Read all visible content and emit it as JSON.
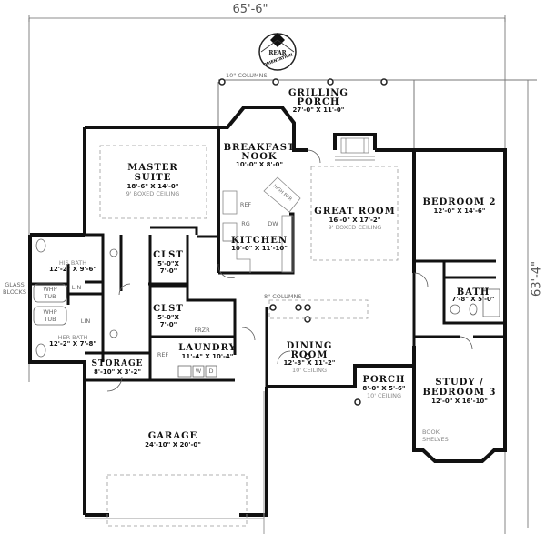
{
  "plan": {
    "overall_width": "65'-6\"",
    "overall_depth": "63'-4\"",
    "orientation": {
      "top": "REAR",
      "bottom": "ORIENTATION"
    }
  },
  "rooms": {
    "grilling_porch": {
      "name": "GRILLING PORCH",
      "line1": "GRILLING",
      "line2": "PORCH",
      "dims": "27'-0\" X 11'-0\"",
      "note": "10\" COLUMNS"
    },
    "master_suite": {
      "line1": "MASTER",
      "line2": "SUITE",
      "dims": "18'-6\" X 14'-0\"",
      "ceiling": "9' BOXED CEILING"
    },
    "breakfast_nook": {
      "line1": "BREAKFAST",
      "line2": "NOOK",
      "dims": "10'-0\" X 8'-0\""
    },
    "kitchen": {
      "name": "KITCHEN",
      "dims": "10'-0\" X 11'-10\"",
      "fixtures": {
        "ref": "REF",
        "rg": "RG",
        "dw": "DW",
        "bar": "HIGH BAR"
      }
    },
    "great_room": {
      "name": "GREAT ROOM",
      "dims": "16'-0\" X 17'-2\"",
      "ceiling": "9' BOXED CEILING"
    },
    "bedroom_2": {
      "name": "BEDROOM 2",
      "dims": "12'-0\" X 14'-6\""
    },
    "bath": {
      "name": "BATH",
      "dims": "7'-8\" X 5'-0\""
    },
    "his_bath": {
      "name": "HIS BATH",
      "dims": "12'-2\" X 9'-6\""
    },
    "her_bath": {
      "name": "HER BATH",
      "dims": "12'-2\" X 7'-8\""
    },
    "whp_tub_1": {
      "line1": "WHP",
      "line2": "TUB"
    },
    "whp_tub_2": {
      "line1": "WHP",
      "line2": "TUB"
    },
    "lin_1": {
      "name": "LIN"
    },
    "lin_2": {
      "name": "LIN"
    },
    "glass_blocks": {
      "line1": "GLASS",
      "line2": "BLOCKS"
    },
    "clst_1": {
      "name": "CLST",
      "dims1": "5'-0\"X",
      "dims2": "7'-0\""
    },
    "clst_2": {
      "name": "CLST",
      "dims1": "5'-0\"X",
      "dims2": "7'-0\""
    },
    "laundry": {
      "name": "LAUNDRY",
      "dims": "11'-4\" X 10'-4\"",
      "fixtures": {
        "frzr": "FRZR",
        "ref": "REF",
        "w": "W",
        "d": "D"
      }
    },
    "storage": {
      "name": "STORAGE",
      "dims": "8'-10\" X 3'-2\""
    },
    "dining_room": {
      "line1": "DINING",
      "line2": "ROOM",
      "dims": "12'-8\" X 11'-2\"",
      "ceiling": "10' CEILING",
      "note": "8\" COLUMNS"
    },
    "porch": {
      "name": "PORCH",
      "dims": "8'-0\" X 5'-6\"",
      "ceiling": "10' CEILING"
    },
    "study": {
      "line1": "STUDY /",
      "line2": "BEDROOM 3",
      "dims": "12'-0\" X 16'-10\"",
      "note1": "BOOK",
      "note2": "SHELVES"
    },
    "garage": {
      "name": "GARAGE",
      "dims": "24'-10\" X 20'-0\""
    }
  }
}
